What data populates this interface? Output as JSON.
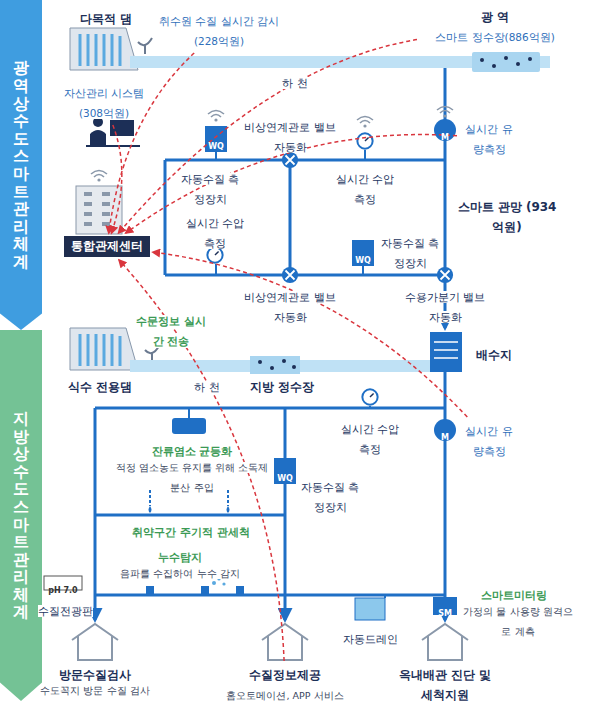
{
  "diagram": {
    "nodes": [
      {
        "text": [
          "광역상수도 스마트관리체계"
        ]
      },
      {
        "text": [
          "지방상수도 스마트관리체계"
        ]
      },
      {
        "text": [
          "통합관제센터"
        ]
      },
      {
        "text": [
          "취수원 수질 실시간 감시 (228억원)"
        ]
      },
      {
        "text": [
          "자산관리 시스템(308억원)"
        ]
      },
      {
        "text": [
          "광 역",
          "스마트 정수장(886억원)"
        ]
      },
      {
        "text": [
          "실시간 유량측정"
        ]
      },
      {
        "text": [
          "실시간 유량측정"
        ]
      },
      {
        "text": [
          "수질정보제공",
          "홈오토메이션, APP 서비스"
        ]
      }
    ],
    "edges": [
      {
        "from": 3,
        "to": 2,
        "arrow": "to"
      },
      {
        "from": 4,
        "to": 2,
        "arrow": "to"
      },
      {
        "from": 5,
        "to": 2,
        "arrow": "to"
      },
      {
        "from": 6,
        "to": 2,
        "arrow": "to"
      },
      {
        "from": 7,
        "to": 2,
        "arrow": "to"
      },
      {
        "from": 8,
        "to": 2,
        "arrow": "to"
      }
    ],
    "labels": [
      "다목적 댐",
      "하 천",
      "자동수질 측정장치",
      "비상연계관로 밸브 자동화",
      "실시간 수압측정",
      "스마트 관망 (934억원)",
      "실시간 수압측정",
      "비상연계관로 밸브 자동화",
      "자동수질 측정장치",
      "수용가분기 밸브 자동화",
      "수문정보 실시간 전송",
      "식수 전용댐",
      "하 천",
      "지방 정수장",
      "배수지",
      "실시간 수압측정",
      "잔류염소 균등화",
      "적정 염소농도 유지를 위해 소독제 분산 주입",
      "자동수질 측정장치",
      "취약구간 주기적 관세척",
      "누수탐지",
      "음파를 수집하여 누수 감지",
      "pH 7.0",
      "수질전광판",
      "자동드레인",
      "스마트미터링",
      "가정의 물 사용량 원격으로 계측",
      "방문수질검사",
      "수도꼭지 방문 수질 검사",
      "옥내배관 진단 및 세척지원",
      "WQ",
      "WQ",
      "WQ",
      "M",
      "M",
      "SM"
    ]
  }
}
